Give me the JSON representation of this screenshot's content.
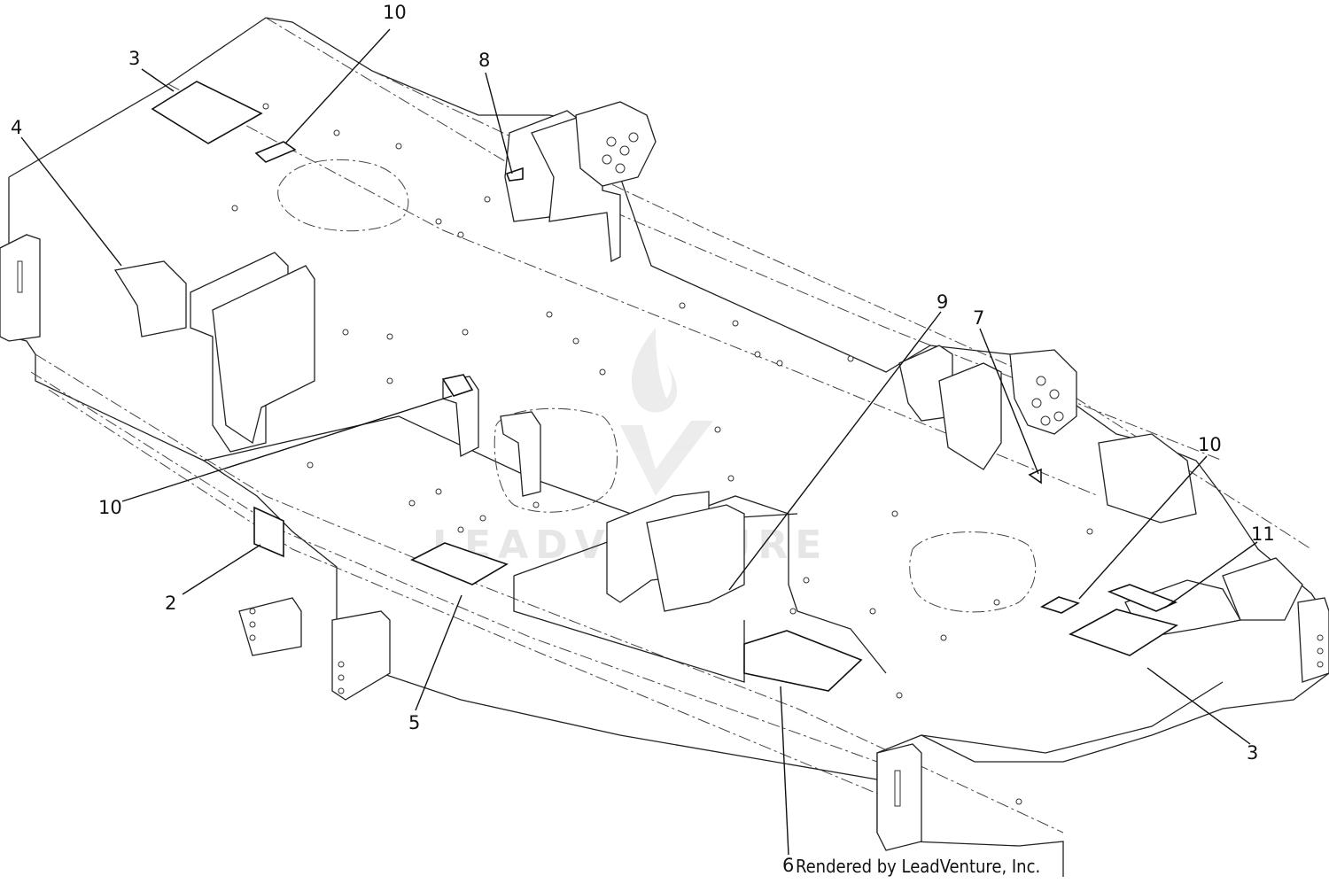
{
  "callouts": [
    {
      "id": "c1",
      "label": "10"
    },
    {
      "id": "c2",
      "label": "3"
    },
    {
      "id": "c3",
      "label": "8"
    },
    {
      "id": "c4",
      "label": "4"
    },
    {
      "id": "c5",
      "label": "9"
    },
    {
      "id": "c6",
      "label": "7"
    },
    {
      "id": "c7",
      "label": "10"
    },
    {
      "id": "c8",
      "label": "10"
    },
    {
      "id": "c9",
      "label": "11"
    },
    {
      "id": "c10",
      "label": "2"
    },
    {
      "id": "c11",
      "label": "5"
    },
    {
      "id": "c12",
      "label": "3"
    },
    {
      "id": "c13",
      "label": "6"
    }
  ],
  "footer": "Rendered by LeadVenture, Inc.",
  "watermark": "LEADVENTURE"
}
